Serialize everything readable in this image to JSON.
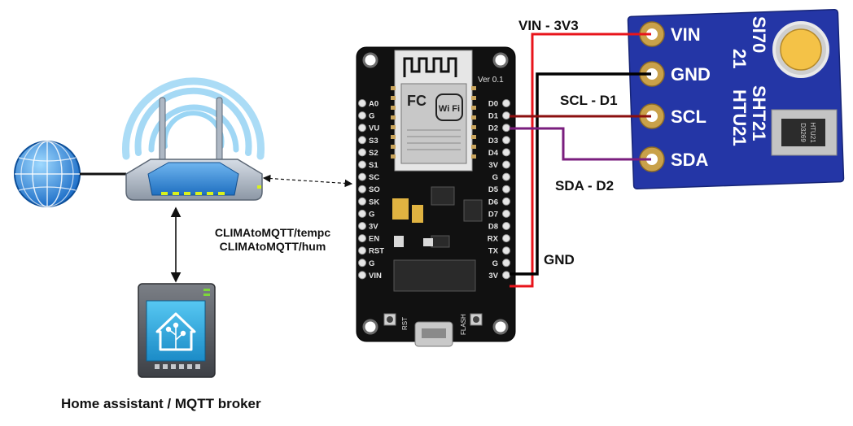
{
  "labels": {
    "vin_wire": "VIN - 3V3",
    "scl_wire": "SCL - D1",
    "sda_wire": "SDA - D2",
    "gnd_wire": "GND",
    "topic_temp": "CLIMAtoMQTT/tempc",
    "topic_hum": "CLIMAtoMQTT/hum",
    "server_caption": "Home assistant / MQTT broker"
  },
  "nodemcu": {
    "left_pins": [
      "A0",
      "G",
      "VU",
      "S3",
      "S2",
      "S1",
      "SC",
      "SO",
      "SK",
      "G",
      "3V",
      "EN",
      "RST",
      "G",
      "VIN"
    ],
    "right_pins": [
      "D0",
      "D1",
      "D2",
      "D3",
      "D4",
      "3V",
      "G",
      "D5",
      "D6",
      "D7",
      "D8",
      "RX",
      "TX",
      "G",
      "3V"
    ],
    "version": "Ver 0.1",
    "module_brand": "Wi Fi",
    "module_mark": "FC",
    "button_rst": "RST",
    "button_flash": "FLASH"
  },
  "sensor": {
    "pins": [
      "VIN",
      "GND",
      "SCL",
      "SDA"
    ],
    "model_a": "SI70",
    "model_a2": "21",
    "model_b": "SHT21",
    "model_b2": "HTU21",
    "chip_a": "HTU21",
    "chip_b": "D3269"
  },
  "colors": {
    "vin": "#e8141b",
    "gnd": "#000000",
    "scl": "#8b0f0f",
    "sda": "#7a1e7e",
    "board": "#111111",
    "sensor_board": "#2436a6",
    "wifi_waves": "#8fd0f3"
  }
}
